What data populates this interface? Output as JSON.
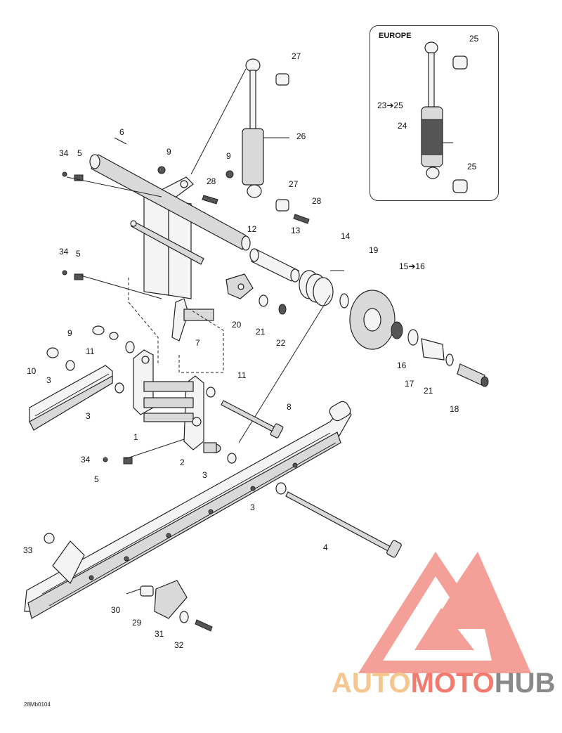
{
  "europe_box": {
    "title": "EUROPE"
  },
  "diagram_code": "28Mb0104",
  "watermark": {
    "part1": "AUTO",
    "part2": "MOTO",
    "part3": "HUB",
    "color1": "#f5c690",
    "color2": "#f27a6e",
    "color3": "#8a8a8a"
  },
  "callouts": {
    "c1": "1",
    "c2": "2",
    "c3a": "3",
    "c3b": "3",
    "c3c": "3",
    "c3d": "3",
    "c4": "4",
    "c5a": "5",
    "c5b": "5",
    "c5c": "5",
    "c6": "6",
    "c7": "7",
    "c8": "8",
    "c9a": "9",
    "c9b": "9",
    "c9c": "9",
    "c10": "10",
    "c11a": "11",
    "c11b": "11",
    "c12": "12",
    "c13": "13",
    "c14": "14",
    "c15": "15➔16",
    "c16": "16",
    "c17": "17",
    "c18": "18",
    "c19": "19",
    "c20": "20",
    "c21a": "21",
    "c21b": "21",
    "c22": "22",
    "c23": "23➔25",
    "c24": "24",
    "c25a": "25",
    "c25b": "25",
    "c26": "26",
    "c27a": "27",
    "c27b": "27",
    "c28a": "28",
    "c28b": "28",
    "c29": "29",
    "c30": "30",
    "c31": "31",
    "c32": "32",
    "c33": "33",
    "c34a": "34",
    "c34b": "34",
    "c34c": "34"
  }
}
